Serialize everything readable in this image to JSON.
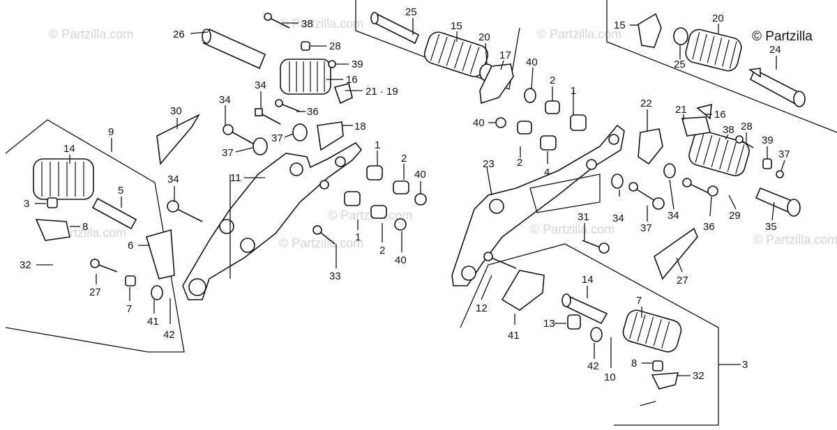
{
  "branding": {
    "copyright": "© Partzilla",
    "watermark": "© Partzilla.com"
  },
  "callouts": [
    {
      "id": "c-26",
      "text": "26"
    },
    {
      "id": "c-38a",
      "text": "38"
    },
    {
      "id": "c-28a",
      "text": "28"
    },
    {
      "id": "c-39a",
      "text": "39"
    },
    {
      "id": "c-16a",
      "text": "16"
    },
    {
      "id": "c-2119",
      "text": "21 · 19"
    },
    {
      "id": "c-36a",
      "text": "36"
    },
    {
      "id": "c-18",
      "text": "18"
    },
    {
      "id": "c-34a",
      "text": "34"
    },
    {
      "id": "c-34b",
      "text": "34"
    },
    {
      "id": "c-37a",
      "text": "37"
    },
    {
      "id": "c-37b",
      "text": "37"
    },
    {
      "id": "c-30",
      "text": "30"
    },
    {
      "id": "c-9",
      "text": "9"
    },
    {
      "id": "c-14a",
      "text": "14"
    },
    {
      "id": "c-3a",
      "text": "3"
    },
    {
      "id": "c-5",
      "text": "5"
    },
    {
      "id": "c-8a",
      "text": "8"
    },
    {
      "id": "c-6",
      "text": "6"
    },
    {
      "id": "c-32a",
      "text": "32"
    },
    {
      "id": "c-27a",
      "text": "27"
    },
    {
      "id": "c-7a",
      "text": "7"
    },
    {
      "id": "c-41a",
      "text": "41"
    },
    {
      "id": "c-42a",
      "text": "42"
    },
    {
      "id": "c-34c",
      "text": "34"
    },
    {
      "id": "c-11",
      "text": "11"
    },
    {
      "id": "c-1a",
      "text": "1"
    },
    {
      "id": "c-1b",
      "text": "1"
    },
    {
      "id": "c-2a",
      "text": "2"
    },
    {
      "id": "c-2b",
      "text": "2"
    },
    {
      "id": "c-40a",
      "text": "40"
    },
    {
      "id": "c-40b",
      "text": "40"
    },
    {
      "id": "c-33",
      "text": "33"
    },
    {
      "id": "c-25a",
      "text": "25"
    },
    {
      "id": "c-15a",
      "text": "15"
    },
    {
      "id": "c-20a",
      "text": "20"
    },
    {
      "id": "c-17",
      "text": "17"
    },
    {
      "id": "c-40c",
      "text": "40"
    },
    {
      "id": "c-40d",
      "text": "40"
    },
    {
      "id": "c-2c",
      "text": "2"
    },
    {
      "id": "c-1c",
      "text": "1"
    },
    {
      "id": "c-2d",
      "text": "2"
    },
    {
      "id": "c-4",
      "text": "4"
    },
    {
      "id": "c-23",
      "text": "23"
    },
    {
      "id": "c-15b",
      "text": "15"
    },
    {
      "id": "c-20b",
      "text": "20"
    },
    {
      "id": "c-25b",
      "text": "25"
    },
    {
      "id": "c-24",
      "text": "24"
    },
    {
      "id": "c-22",
      "text": "22"
    },
    {
      "id": "c-21b",
      "text": "21"
    },
    {
      "id": "c-16b",
      "text": "16"
    },
    {
      "id": "c-38b",
      "text": "38"
    },
    {
      "id": "c-28b",
      "text": "28"
    },
    {
      "id": "c-39b",
      "text": "39"
    },
    {
      "id": "c-37c",
      "text": "37"
    },
    {
      "id": "c-34d",
      "text": "34"
    },
    {
      "id": "c-37d",
      "text": "37"
    },
    {
      "id": "c-34e",
      "text": "34"
    },
    {
      "id": "c-36b",
      "text": "36"
    },
    {
      "id": "c-29",
      "text": "29"
    },
    {
      "id": "c-35",
      "text": "35"
    },
    {
      "id": "c-31",
      "text": "31"
    },
    {
      "id": "c-27b",
      "text": "27"
    },
    {
      "id": "c-12",
      "text": "12"
    },
    {
      "id": "c-14b",
      "text": "14"
    },
    {
      "id": "c-7b",
      "text": "7"
    },
    {
      "id": "c-13",
      "text": "13"
    },
    {
      "id": "c-41b",
      "text": "41"
    },
    {
      "id": "c-42b",
      "text": "42"
    },
    {
      "id": "c-10",
      "text": "10"
    },
    {
      "id": "c-3b",
      "text": "3"
    },
    {
      "id": "c-8b",
      "text": "8"
    },
    {
      "id": "c-32b",
      "text": "32"
    }
  ]
}
